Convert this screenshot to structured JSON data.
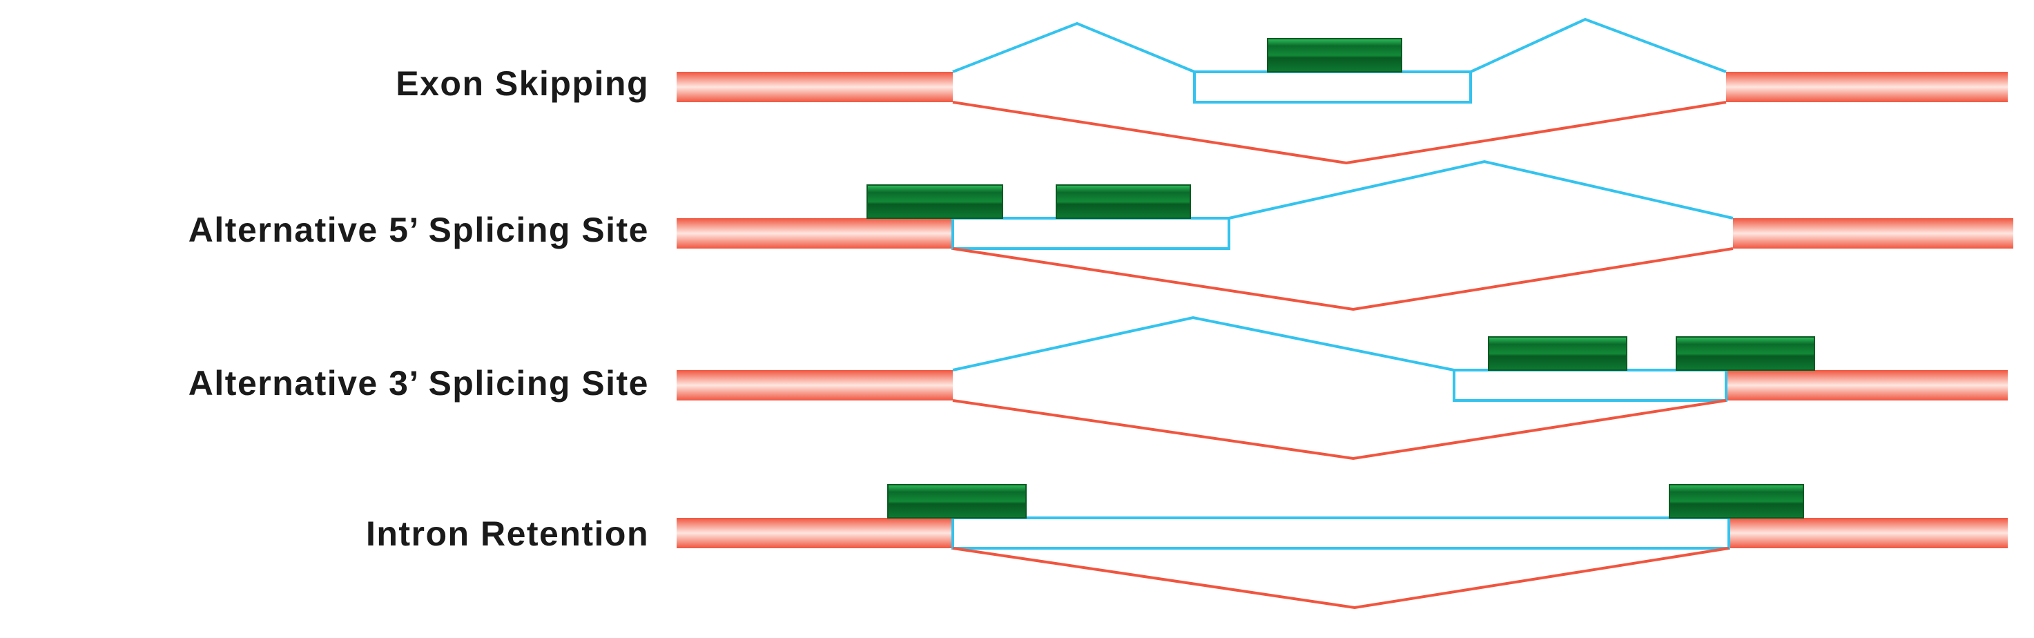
{
  "rows": [
    {
      "label": "Exon Skipping"
    },
    {
      "label": "Alternative 5’ Splicing Site"
    },
    {
      "label": "Alternative 3’ Splicing Site"
    },
    {
      "label": "Intron Retention"
    }
  ],
  "colors": {
    "constitutive_exon": "#f0553f",
    "constitutive_exon_highlight": "#ffe6e0",
    "alternative_region_outline": "#33c3ee",
    "inclusion_junction": "#33c3ee",
    "skipping_junction": "#f0553f",
    "sequence_feature_dark": "#0a6b2a",
    "sequence_feature_light": "#2fbf5c"
  }
}
